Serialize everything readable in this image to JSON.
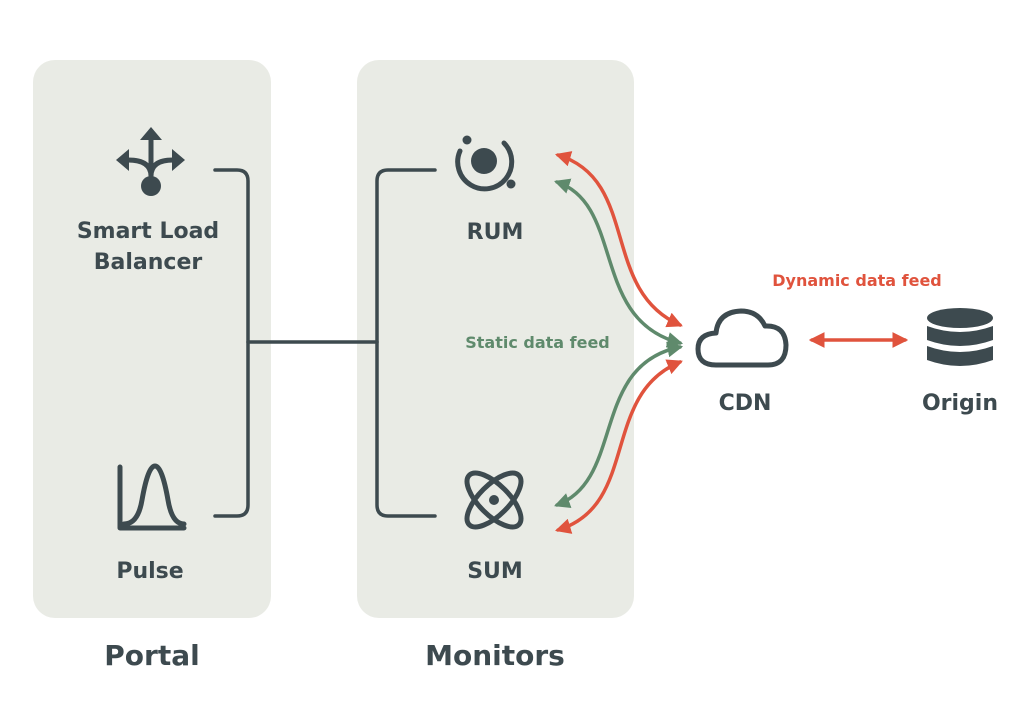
{
  "groups": {
    "portal": {
      "label": "Portal"
    },
    "monitors": {
      "label": "Monitors"
    }
  },
  "nodes": {
    "smart_load_balancer": {
      "line1": "Smart Load",
      "line2": "Balancer",
      "icon": "split-arrows-icon"
    },
    "pulse": {
      "label": "Pulse",
      "icon": "bell-curve-chart-icon"
    },
    "rum": {
      "label": "RUM",
      "icon": "orbit-ring-icon"
    },
    "sum": {
      "label": "SUM",
      "icon": "atom-icon"
    },
    "cdn": {
      "label": "CDN",
      "icon": "cloud-icon"
    },
    "origin": {
      "label": "Origin",
      "icon": "database-icon"
    }
  },
  "feeds": {
    "static": {
      "label": "Static data feed",
      "color": "#5f8a6c"
    },
    "dynamic": {
      "label": "Dynamic data feed",
      "color": "#e0533d"
    }
  },
  "colors": {
    "panel": "#e9ebe5",
    "dark": "#3d4a4f",
    "green": "#5f8a6c",
    "red": "#e0533d"
  }
}
